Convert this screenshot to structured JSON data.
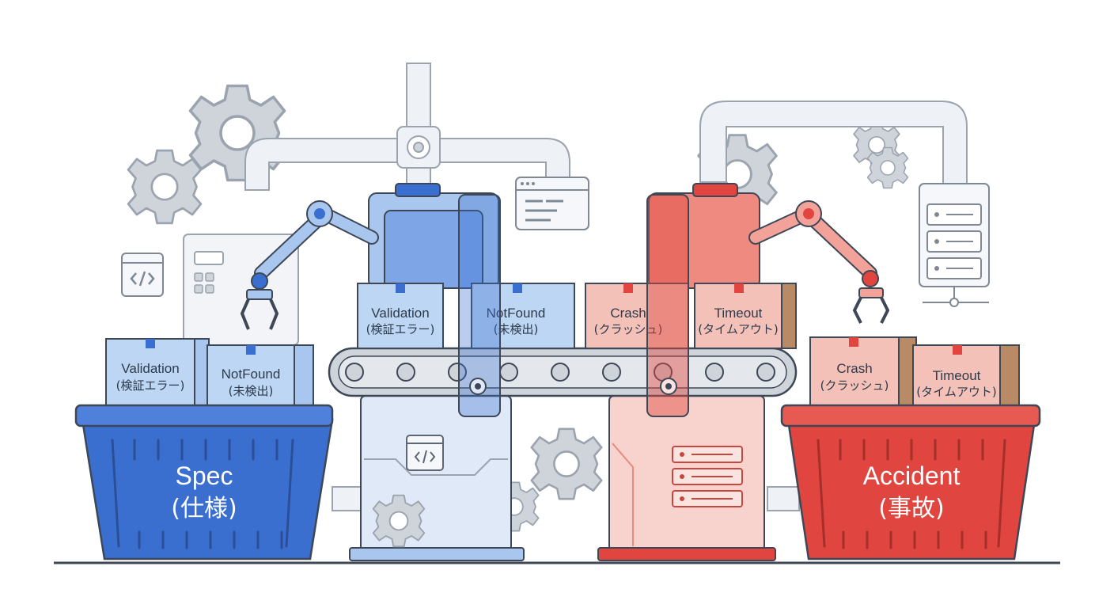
{
  "palette": {
    "blue": "#3a6fd0",
    "blue_light": "#bcd3f2",
    "blue_box": "#bcd6f4",
    "red": "#e0463f",
    "red_light": "#f6c2bc",
    "red_box": "#f4c1b9",
    "outline": "#3d4756",
    "pipe": "#e7ecf3",
    "gear": "#c9ced6"
  },
  "icons": [
    "gear-icon",
    "code-icon",
    "browser-window-icon",
    "server-rack-icon",
    "robotic-arm-icon",
    "conveyor-belt-icon",
    "basket-icon",
    "package-box-icon"
  ],
  "spec_side": {
    "basket": {
      "title": "Spec",
      "subtitle": "(仕様)"
    },
    "basket_boxes": [
      {
        "title": "Validation",
        "subtitle": "(検証エラー)"
      },
      {
        "title": "NotFound",
        "subtitle": "(未検出)"
      }
    ],
    "belt_boxes": [
      {
        "title": "Validation",
        "subtitle": "(検証エラー)"
      },
      {
        "title": "NotFound",
        "subtitle": "(未検出)"
      }
    ]
  },
  "accident_side": {
    "basket": {
      "title": "Accident",
      "subtitle": "(事故)"
    },
    "basket_boxes": [
      {
        "title": "Crash",
        "subtitle": "(クラッシュ)"
      },
      {
        "title": "Timeout",
        "subtitle": "(タイムアウト)"
      }
    ],
    "belt_boxes": [
      {
        "title": "Crash",
        "subtitle": "(クラッシュ)"
      },
      {
        "title": "Timeout",
        "subtitle": "(タイムアウト)"
      }
    ]
  }
}
